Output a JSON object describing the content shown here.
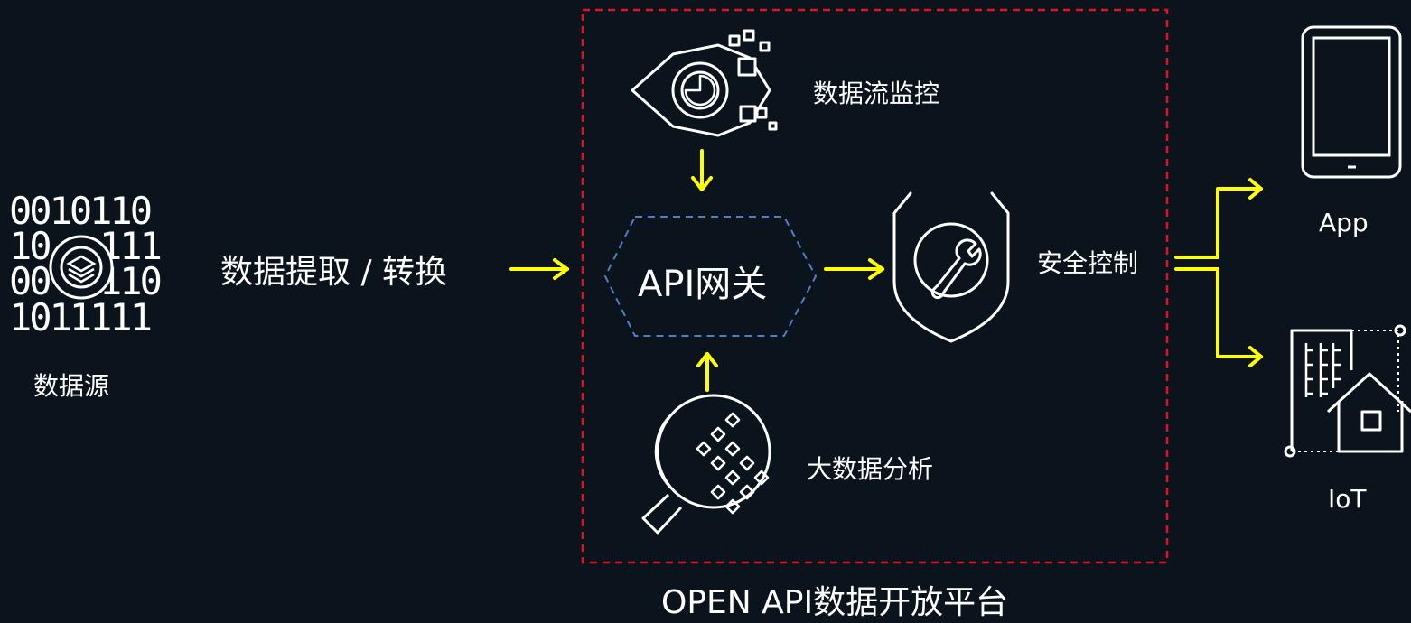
{
  "source": {
    "label": "数据源",
    "binary_rows": [
      "0010110",
      "10",
      "111",
      "00",
      "110",
      "1011111"
    ]
  },
  "extract_label": "数据提取 / 转换",
  "gateway_label": "API网关",
  "monitor_label": "数据流监控",
  "analytics_label": "大数据分析",
  "security_label": "安全控制",
  "platform_label": "OPEN API数据开放平台",
  "outputs": [
    {
      "label": "App"
    },
    {
      "label": "IoT"
    }
  ],
  "colors": {
    "background": "#0b131d",
    "arrow": "#ffff00",
    "platform_border": "#e0141e",
    "gateway_border": "#4d7fc4",
    "icon_stroke": "#ffffff"
  }
}
